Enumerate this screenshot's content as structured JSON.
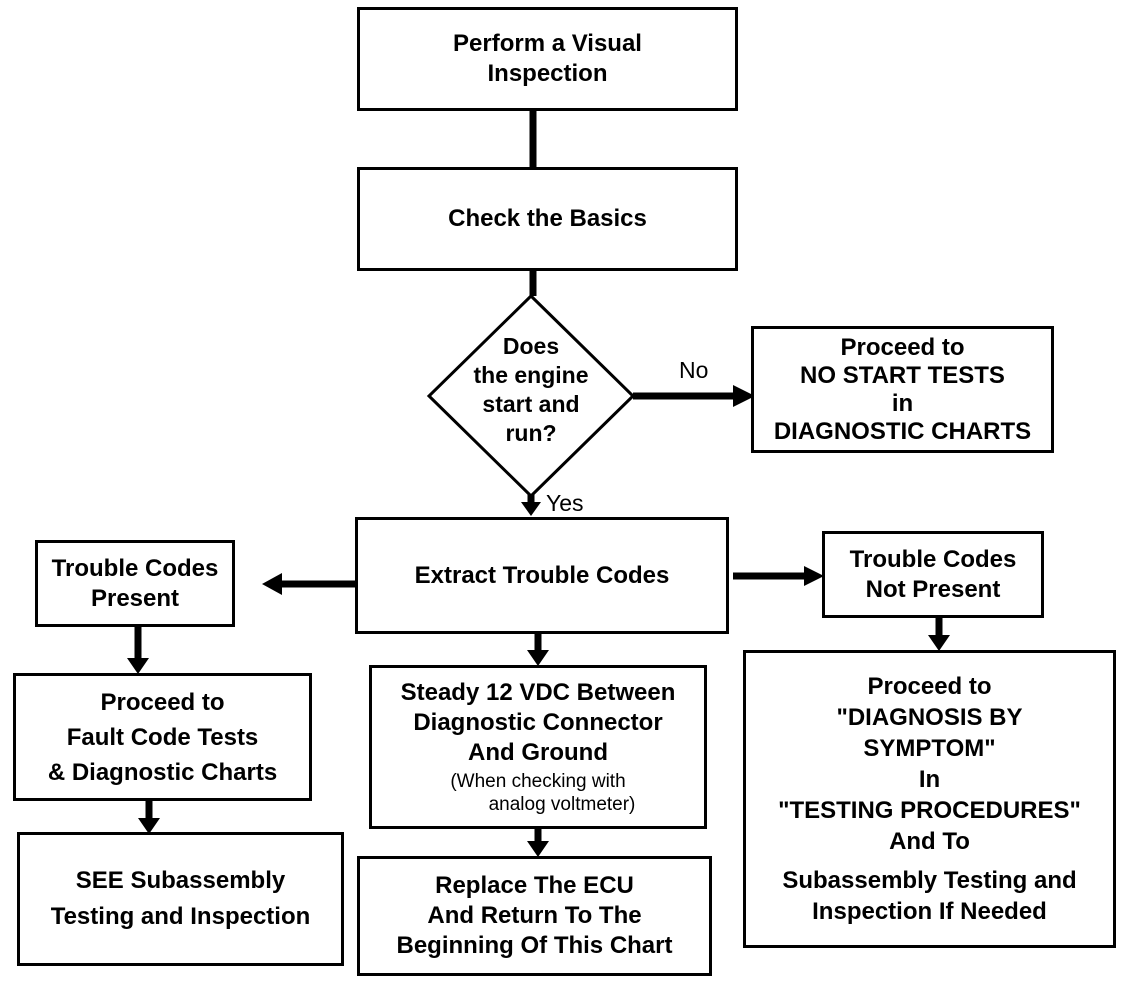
{
  "flowchart": {
    "visual_inspection": {
      "lines": [
        "Perform a Visual",
        "Inspection"
      ]
    },
    "check_basics": {
      "lines": [
        "Check the Basics"
      ]
    },
    "decision": {
      "lines": [
        "Does",
        "the engine",
        "start and",
        "run?"
      ]
    },
    "decision_no_label": "No",
    "decision_yes_label": "Yes",
    "no_start": {
      "lines": [
        "Proceed to",
        "NO START TESTS",
        "in",
        "DIAGNOSTIC CHARTS"
      ]
    },
    "extract_codes": {
      "lines": [
        "Extract Trouble Codes"
      ]
    },
    "codes_present": {
      "lines": [
        "Trouble Codes",
        "Present"
      ]
    },
    "codes_not_present": {
      "lines": [
        "Trouble Codes",
        "Not Present"
      ]
    },
    "fault_code_tests": {
      "lines": [
        "Proceed to",
        "Fault Code Tests",
        "& Diagnostic Charts"
      ]
    },
    "steady_vdc": {
      "lines": [
        "Steady 12 VDC Between",
        "Diagnostic Connector",
        "And Ground"
      ],
      "note": [
        "(When checking with",
        "analog voltmeter)"
      ]
    },
    "diagnosis_by_symptom": {
      "lines": [
        "Proceed  to",
        "\"DIAGNOSIS BY",
        "SYMPTOM\"",
        "In",
        "\"TESTING PROCEDURES\"",
        "And  To",
        "Subassembly Testing and",
        "Inspection If Needed"
      ]
    },
    "see_subassembly": {
      "lines": [
        "SEE Subassembly",
        "Testing and Inspection"
      ]
    },
    "replace_ecu": {
      "lines": [
        "Replace The ECU",
        "And Return To The",
        "Beginning Of This Chart"
      ]
    }
  }
}
